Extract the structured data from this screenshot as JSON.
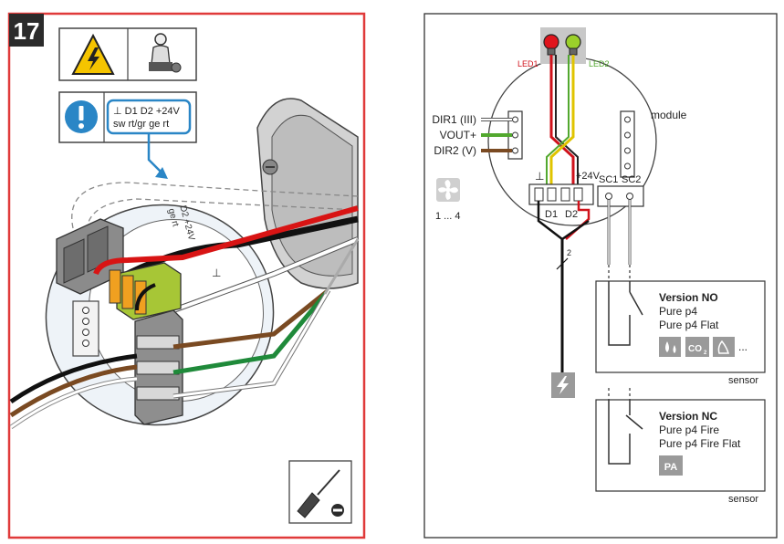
{
  "step": {
    "number": "17"
  },
  "left_panel": {
    "terminal_callout": {
      "line1": "⊥ D1  D2 +24V",
      "line2": "sw rt/gr  ge  rt"
    },
    "ring_label": {
      "line1": "D2 +24V",
      "line2": "ge  rt",
      "ground": "⊥"
    },
    "colors": {
      "border": "#e03a3a",
      "callout_border": "#2a86c6",
      "warning": "#f5c400",
      "info": "#2a86c6"
    }
  },
  "right_panel": {
    "led1": "LED1",
    "led2": "LED2",
    "dir1": "DIR1 (III)",
    "vout": "VOUT+",
    "dir2": "DIR2  (V)",
    "fan_range": "1 ... 4",
    "module": "module",
    "ground_symbol": "⊥",
    "plus24": "+24V",
    "d1": "D1",
    "d2": "D2",
    "sc1": "SC1",
    "sc2": "SC2",
    "cable_count": "2",
    "sensor_no": {
      "title": "Version NO",
      "line1": "Pure p4",
      "line2": "Pure p4 Flat",
      "co2": "CO",
      "co2_sub": "2",
      "more": "...",
      "caption": "sensor"
    },
    "sensor_nc": {
      "title": "Version NC",
      "line1": "Pure p4 Fire",
      "line2": "Pure p4 Fire Flat",
      "badge": "PA",
      "caption": "sensor"
    },
    "colors": {
      "led1": "#d0121b",
      "led2": "#52a82e",
      "dir1_wire": "#ffffff",
      "vout_wire": "#52a82e",
      "dir2_wire": "#7a4a22",
      "yellow_wire": "#e0c400"
    }
  }
}
